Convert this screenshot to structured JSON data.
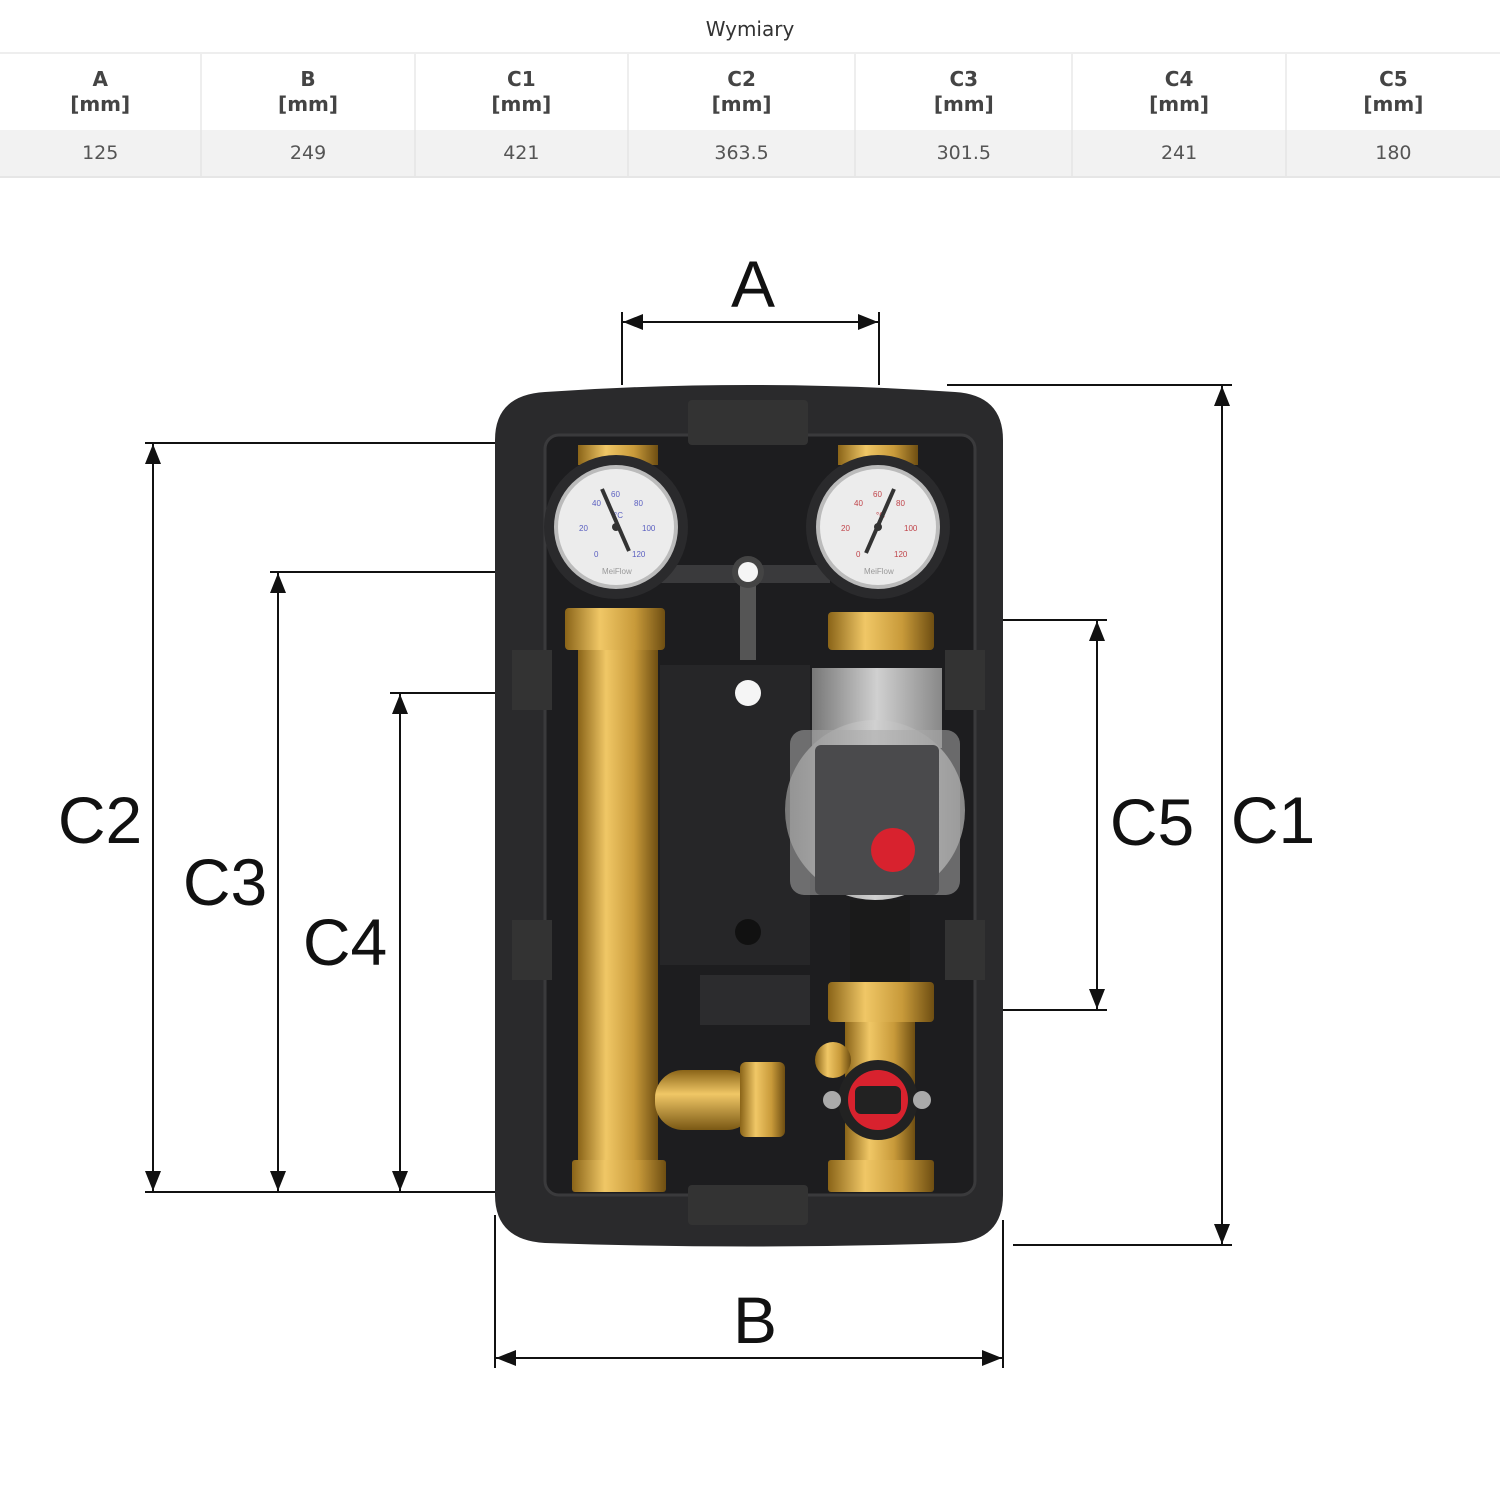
{
  "table": {
    "caption": "Wymiary",
    "columns": [
      {
        "name": "A",
        "unit": "[mm]",
        "value": "125"
      },
      {
        "name": "B",
        "unit": "[mm]",
        "value": "249"
      },
      {
        "name": "C1",
        "unit": "[mm]",
        "value": "421"
      },
      {
        "name": "C2",
        "unit": "[mm]",
        "value": "363.5"
      },
      {
        "name": "C3",
        "unit": "[mm]",
        "value": "301.5"
      },
      {
        "name": "C4",
        "unit": "[mm]",
        "value": "241"
      },
      {
        "name": "C5",
        "unit": "[mm]",
        "value": "180"
      }
    ]
  },
  "diagram": {
    "labels": {
      "A": "A",
      "B": "B",
      "C1": "C1",
      "C2": "C2",
      "C3": "C3",
      "C4": "C4",
      "C5": "C5"
    },
    "gauge": {
      "scale": [
        "0",
        "20",
        "40",
        "60",
        "80",
        "100",
        "120"
      ],
      "unit": "°C",
      "brand": "MeiFlow",
      "left_color": "#5a5fc0",
      "right_color": "#c0444a"
    },
    "colors": {
      "housing": "#2b2b2d",
      "brass": "#c89a3a",
      "pump": "#9a9a9a",
      "knob": "#d8222e"
    }
  }
}
